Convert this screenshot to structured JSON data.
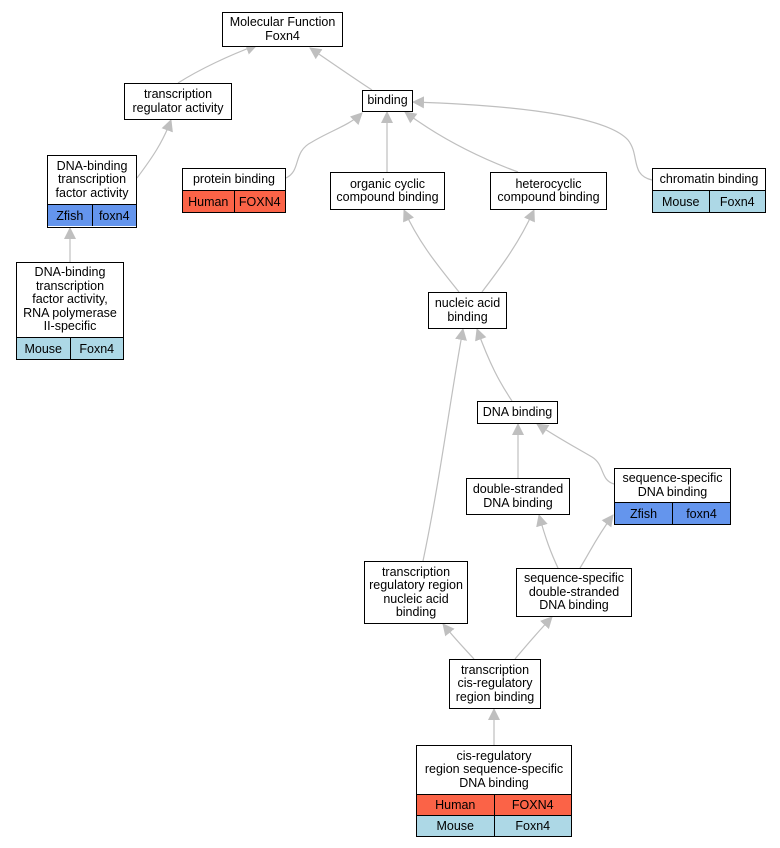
{
  "colors": {
    "human": "#fb6347",
    "mouse": "#add8e6",
    "zfish": "#6495ed",
    "edge": "#bfbfbf"
  },
  "nodes": {
    "mf": {
      "label": "Molecular Function\nFoxn4",
      "rows": []
    },
    "tra": {
      "label": "transcription\nregulator activity",
      "rows": []
    },
    "binding": {
      "label": "binding",
      "rows": []
    },
    "dbtfa": {
      "label": "DNA-binding\ntranscription\nfactor activity",
      "rows": [
        {
          "species": "Zfish",
          "gene": "foxn4",
          "color": "zfish"
        }
      ]
    },
    "dbtfarna": {
      "label": "DNA-binding\ntranscription\nfactor activity,\nRNA polymerase\nII-specific",
      "rows": [
        {
          "species": "Mouse",
          "gene": "Foxn4",
          "color": "mouse"
        }
      ]
    },
    "protein": {
      "label": "protein binding",
      "rows": [
        {
          "species": "Human",
          "gene": "FOXN4",
          "color": "human"
        }
      ]
    },
    "organic": {
      "label": "organic cyclic\ncompound binding",
      "rows": []
    },
    "hetero": {
      "label": "heterocyclic\ncompound binding",
      "rows": []
    },
    "chromatin": {
      "label": "chromatin binding",
      "rows": [
        {
          "species": "Mouse",
          "gene": "Foxn4",
          "color": "mouse"
        }
      ]
    },
    "nucleic": {
      "label": "nucleic acid\nbinding",
      "rows": []
    },
    "dna": {
      "label": "DNA binding",
      "rows": []
    },
    "ds": {
      "label": "double-stranded\nDNA binding",
      "rows": []
    },
    "ssdna": {
      "label": "sequence-specific\nDNA binding",
      "rows": [
        {
          "species": "Zfish",
          "gene": "foxn4",
          "color": "zfish"
        }
      ]
    },
    "trrnab": {
      "label": "transcription\nregulatory region\nnucleic acid\nbinding",
      "rows": []
    },
    "ssds": {
      "label": "sequence-specific\ndouble-stranded\nDNA binding",
      "rows": []
    },
    "tcis": {
      "label": "transcription\ncis-regulatory\nregion binding",
      "rows": []
    },
    "cisreg": {
      "label": "cis-regulatory\nregion sequence-specific\nDNA binding",
      "rows": [
        {
          "species": "Human",
          "gene": "FOXN4",
          "color": "human"
        },
        {
          "species": "Mouse",
          "gene": "Foxn4",
          "color": "mouse"
        }
      ]
    }
  },
  "edges": [
    [
      "tra",
      "mf"
    ],
    [
      "binding",
      "mf"
    ],
    [
      "dbtfa",
      "tra"
    ],
    [
      "dbtfarna",
      "dbtfa"
    ],
    [
      "protein",
      "binding"
    ],
    [
      "organic",
      "binding"
    ],
    [
      "hetero",
      "binding"
    ],
    [
      "chromatin",
      "binding"
    ],
    [
      "nucleic",
      "organic"
    ],
    [
      "nucleic",
      "hetero"
    ],
    [
      "dna",
      "nucleic"
    ],
    [
      "ds",
      "dna"
    ],
    [
      "ssdna",
      "dna"
    ],
    [
      "trrnab",
      "nucleic"
    ],
    [
      "ssds",
      "ds"
    ],
    [
      "ssds",
      "ssdna"
    ],
    [
      "tcis",
      "trrnab"
    ],
    [
      "tcis",
      "ssds"
    ],
    [
      "cisreg",
      "tcis"
    ]
  ]
}
